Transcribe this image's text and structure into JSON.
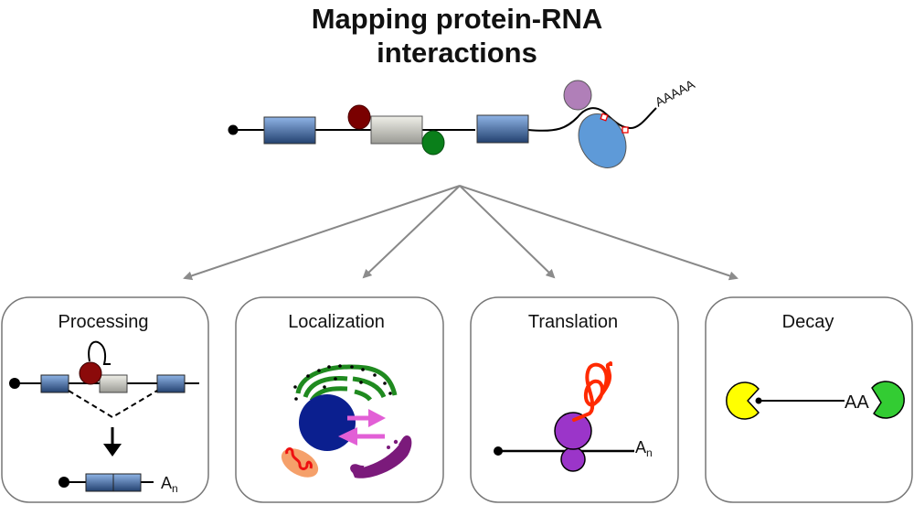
{
  "title": {
    "line1": "Mapping protein-RNA",
    "line2": "interactions"
  },
  "top_diagram": {
    "poly_a_tail": "AAAAA",
    "elements": [
      "5'-cap",
      "exon",
      "intron",
      "exon",
      "RNA-binding protein (dark red)",
      "RNA-binding protein (green)",
      "RNA-binding protein (purple)",
      "RNA-binding protein (blue)",
      "binding sites"
    ]
  },
  "panels": [
    {
      "name": "Processing",
      "label": "Processing",
      "tail_label": "A",
      "tail_sub": "n"
    },
    {
      "name": "Localization",
      "label": "Localization"
    },
    {
      "name": "Translation",
      "label": "Translation",
      "tail_label": "A",
      "tail_sub": "n"
    },
    {
      "name": "Decay",
      "label": "Decay",
      "tail_label": "AA"
    }
  ],
  "colors": {
    "exon": "#4a73a8",
    "intron": "#c8c8c0",
    "protein_red": "#7a0000",
    "protein_green": "#0a7f1a",
    "protein_purple": "#b07fb8",
    "protein_blue": "#5e9ad8",
    "arrow_gray": "#888888",
    "box_border": "#777777",
    "nucleus": "#0b1f8f",
    "er_green": "#1f8a1f",
    "transport_pink": "#e25fd6",
    "mito_orange": "#f5a06a",
    "mito_red": "#ee1111",
    "golgi_purple": "#7b1a7b",
    "ribosome": "#9b35c9",
    "peptide": "#ff2a00",
    "decay_yellow": "#ffff00",
    "decay_green": "#33cc33"
  }
}
